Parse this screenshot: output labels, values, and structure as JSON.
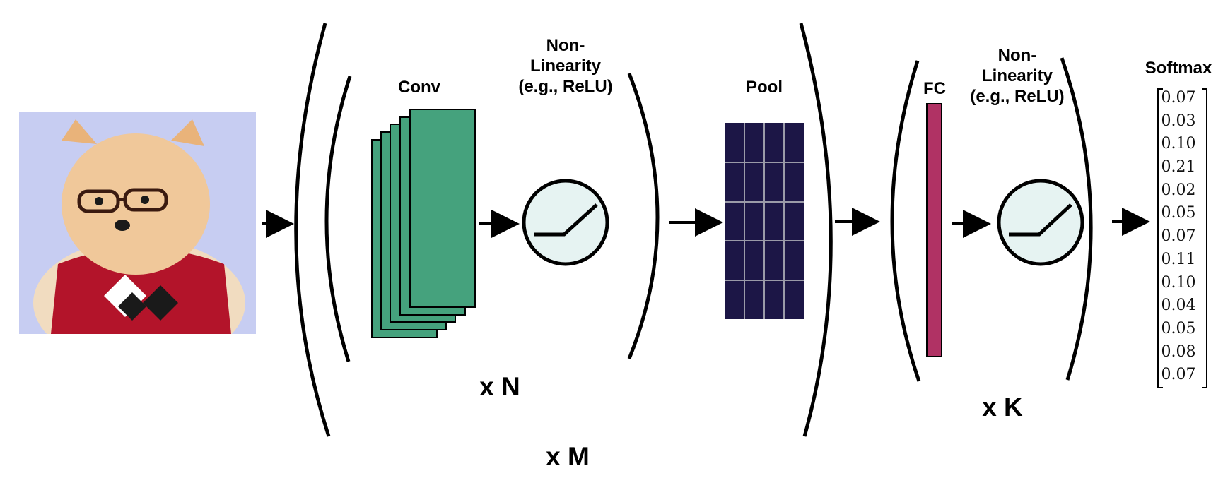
{
  "labels": {
    "conv": "Conv",
    "nonlin1": [
      "Non-",
      "Linearity",
      "(e.g., ReLU)"
    ],
    "pool": "Pool",
    "fc": "FC",
    "nonlin2": [
      "Non-",
      "Linearity",
      "(e.g., ReLU)"
    ],
    "softmax": "Softmax",
    "repeat_n": "x N",
    "repeat_m": "x M",
    "repeat_k": "x K"
  },
  "softmax_values": [
    "0.07",
    "0.03",
    "0.10",
    "0.21",
    "0.02",
    "0.05",
    "0.07",
    "0.11",
    "0.10",
    "0.04",
    "0.05",
    "0.08",
    "0.07"
  ],
  "colors": {
    "conv": "#45a27d",
    "pool": "#1c1646",
    "pool_grid": "#9a9aa8",
    "fc": "#b03264",
    "relu_fill": "#e6f3f2",
    "photo_bg": "#c7cdf2"
  }
}
